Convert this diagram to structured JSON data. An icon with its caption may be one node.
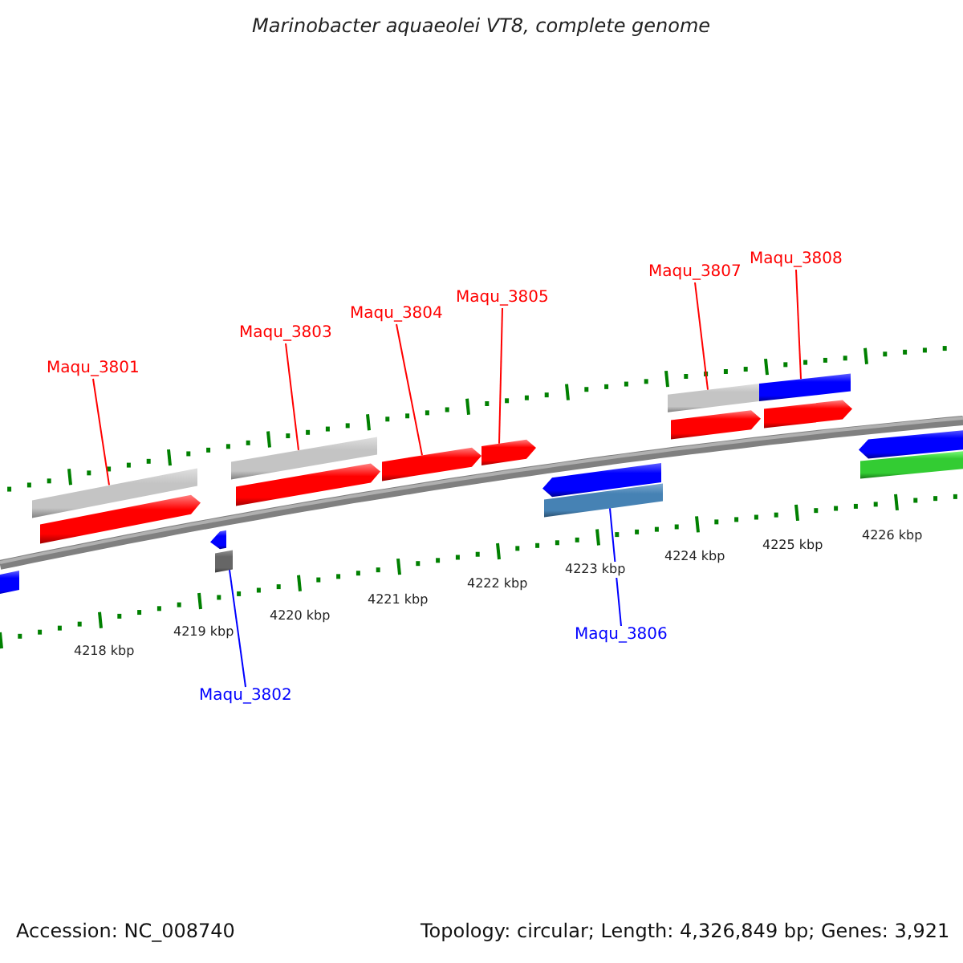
{
  "diagram": {
    "title": "Marinobacter aquaeolei VT8, complete genome",
    "nodes": [
      {
        "text": [
          "Maqu_3801"
        ]
      },
      {
        "text": [
          "Maqu_3802"
        ]
      },
      {
        "text": [
          "Maqu_3803"
        ]
      },
      {
        "text": [
          "Maqu_3804"
        ]
      },
      {
        "text": [
          "Maqu_3805"
        ]
      },
      {
        "text": [
          "Maqu_3806"
        ]
      },
      {
        "text": [
          "Maqu_3807"
        ]
      },
      {
        "text": [
          "Maqu_3808"
        ]
      },
      {
        "text": [],
        "shape": "bar"
      },
      {
        "text": [],
        "shape": "bar"
      },
      {
        "text": [],
        "shape": "arrow"
      },
      {
        "text": [],
        "shape": "arrow"
      },
      {
        "text": [],
        "shape": "bar"
      },
      {
        "text": [],
        "shape": "bar"
      },
      {
        "text": [],
        "shape": "arrow"
      },
      {
        "text": [],
        "shape": "arrow"
      },
      {
        "text": [],
        "shape": "arrow"
      },
      {
        "text": [],
        "shape": "arrow"
      },
      {
        "text": [],
        "shape": "bar"
      },
      {
        "text": [],
        "shape": "bar"
      },
      {
        "text": [],
        "shape": "arrow"
      },
      {
        "text": [],
        "shape": "bar"
      },
      {
        "text": [],
        "shape": "arrow"
      },
      {
        "text": [],
        "shape": "arrow"
      },
      {
        "text": [],
        "shape": "bar"
      }
    ],
    "edges": [
      {
        "from": 0,
        "to": 9,
        "arrow": "none"
      },
      {
        "from": 1,
        "to": 12,
        "arrow": "none",
        "color": "#0000ff"
      },
      {
        "from": 2,
        "to": 13,
        "arrow": "none"
      },
      {
        "from": 3,
        "to": 15,
        "arrow": "none"
      },
      {
        "from": 4,
        "to": 16,
        "arrow": "none"
      },
      {
        "from": 5,
        "to": 18,
        "arrow": "none",
        "color": "#0000ff"
      },
      {
        "from": 6,
        "to": 19,
        "arrow": "none"
      },
      {
        "from": 7,
        "to": 21,
        "arrow": "none"
      }
    ],
    "labels": [
      "4218 kbp",
      "4219 kbp",
      "4220 kbp",
      "4221 kbp",
      "4222 kbp",
      "4223 kbp",
      "4224 kbp",
      "4225 kbp",
      "4226 kbp",
      "Accession: NC_008740",
      "Topology: circular; Length: 4,326,849 bp; Genes: 3,921"
    ]
  }
}
